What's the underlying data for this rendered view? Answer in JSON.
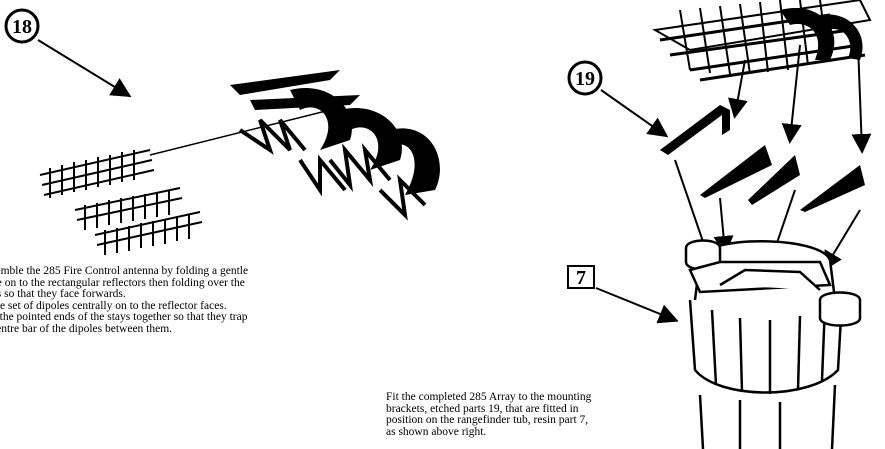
{
  "callouts": {
    "part_18": "18",
    "part_19": "19",
    "part_7": "7"
  },
  "left_instructions": {
    "lines": [
      "semble the 285 Fire Control antenna by folding a gentle",
      "ve on to the rectangular reflectors then folding over the",
      "ys so that they face forwards.",
      " the set of dipoles centrally on to the reflector faces.",
      "p the pointed ends of the stays together so that they trap",
      " centre bar of the dipoles between them."
    ]
  },
  "right_instructions": {
    "lines": [
      "Fit the completed 285 Array to the mounting",
      "brackets, etched parts 19, that are fitted in",
      "position on the rangefinder tub, resin part 7,",
      "as shown above right."
    ]
  }
}
